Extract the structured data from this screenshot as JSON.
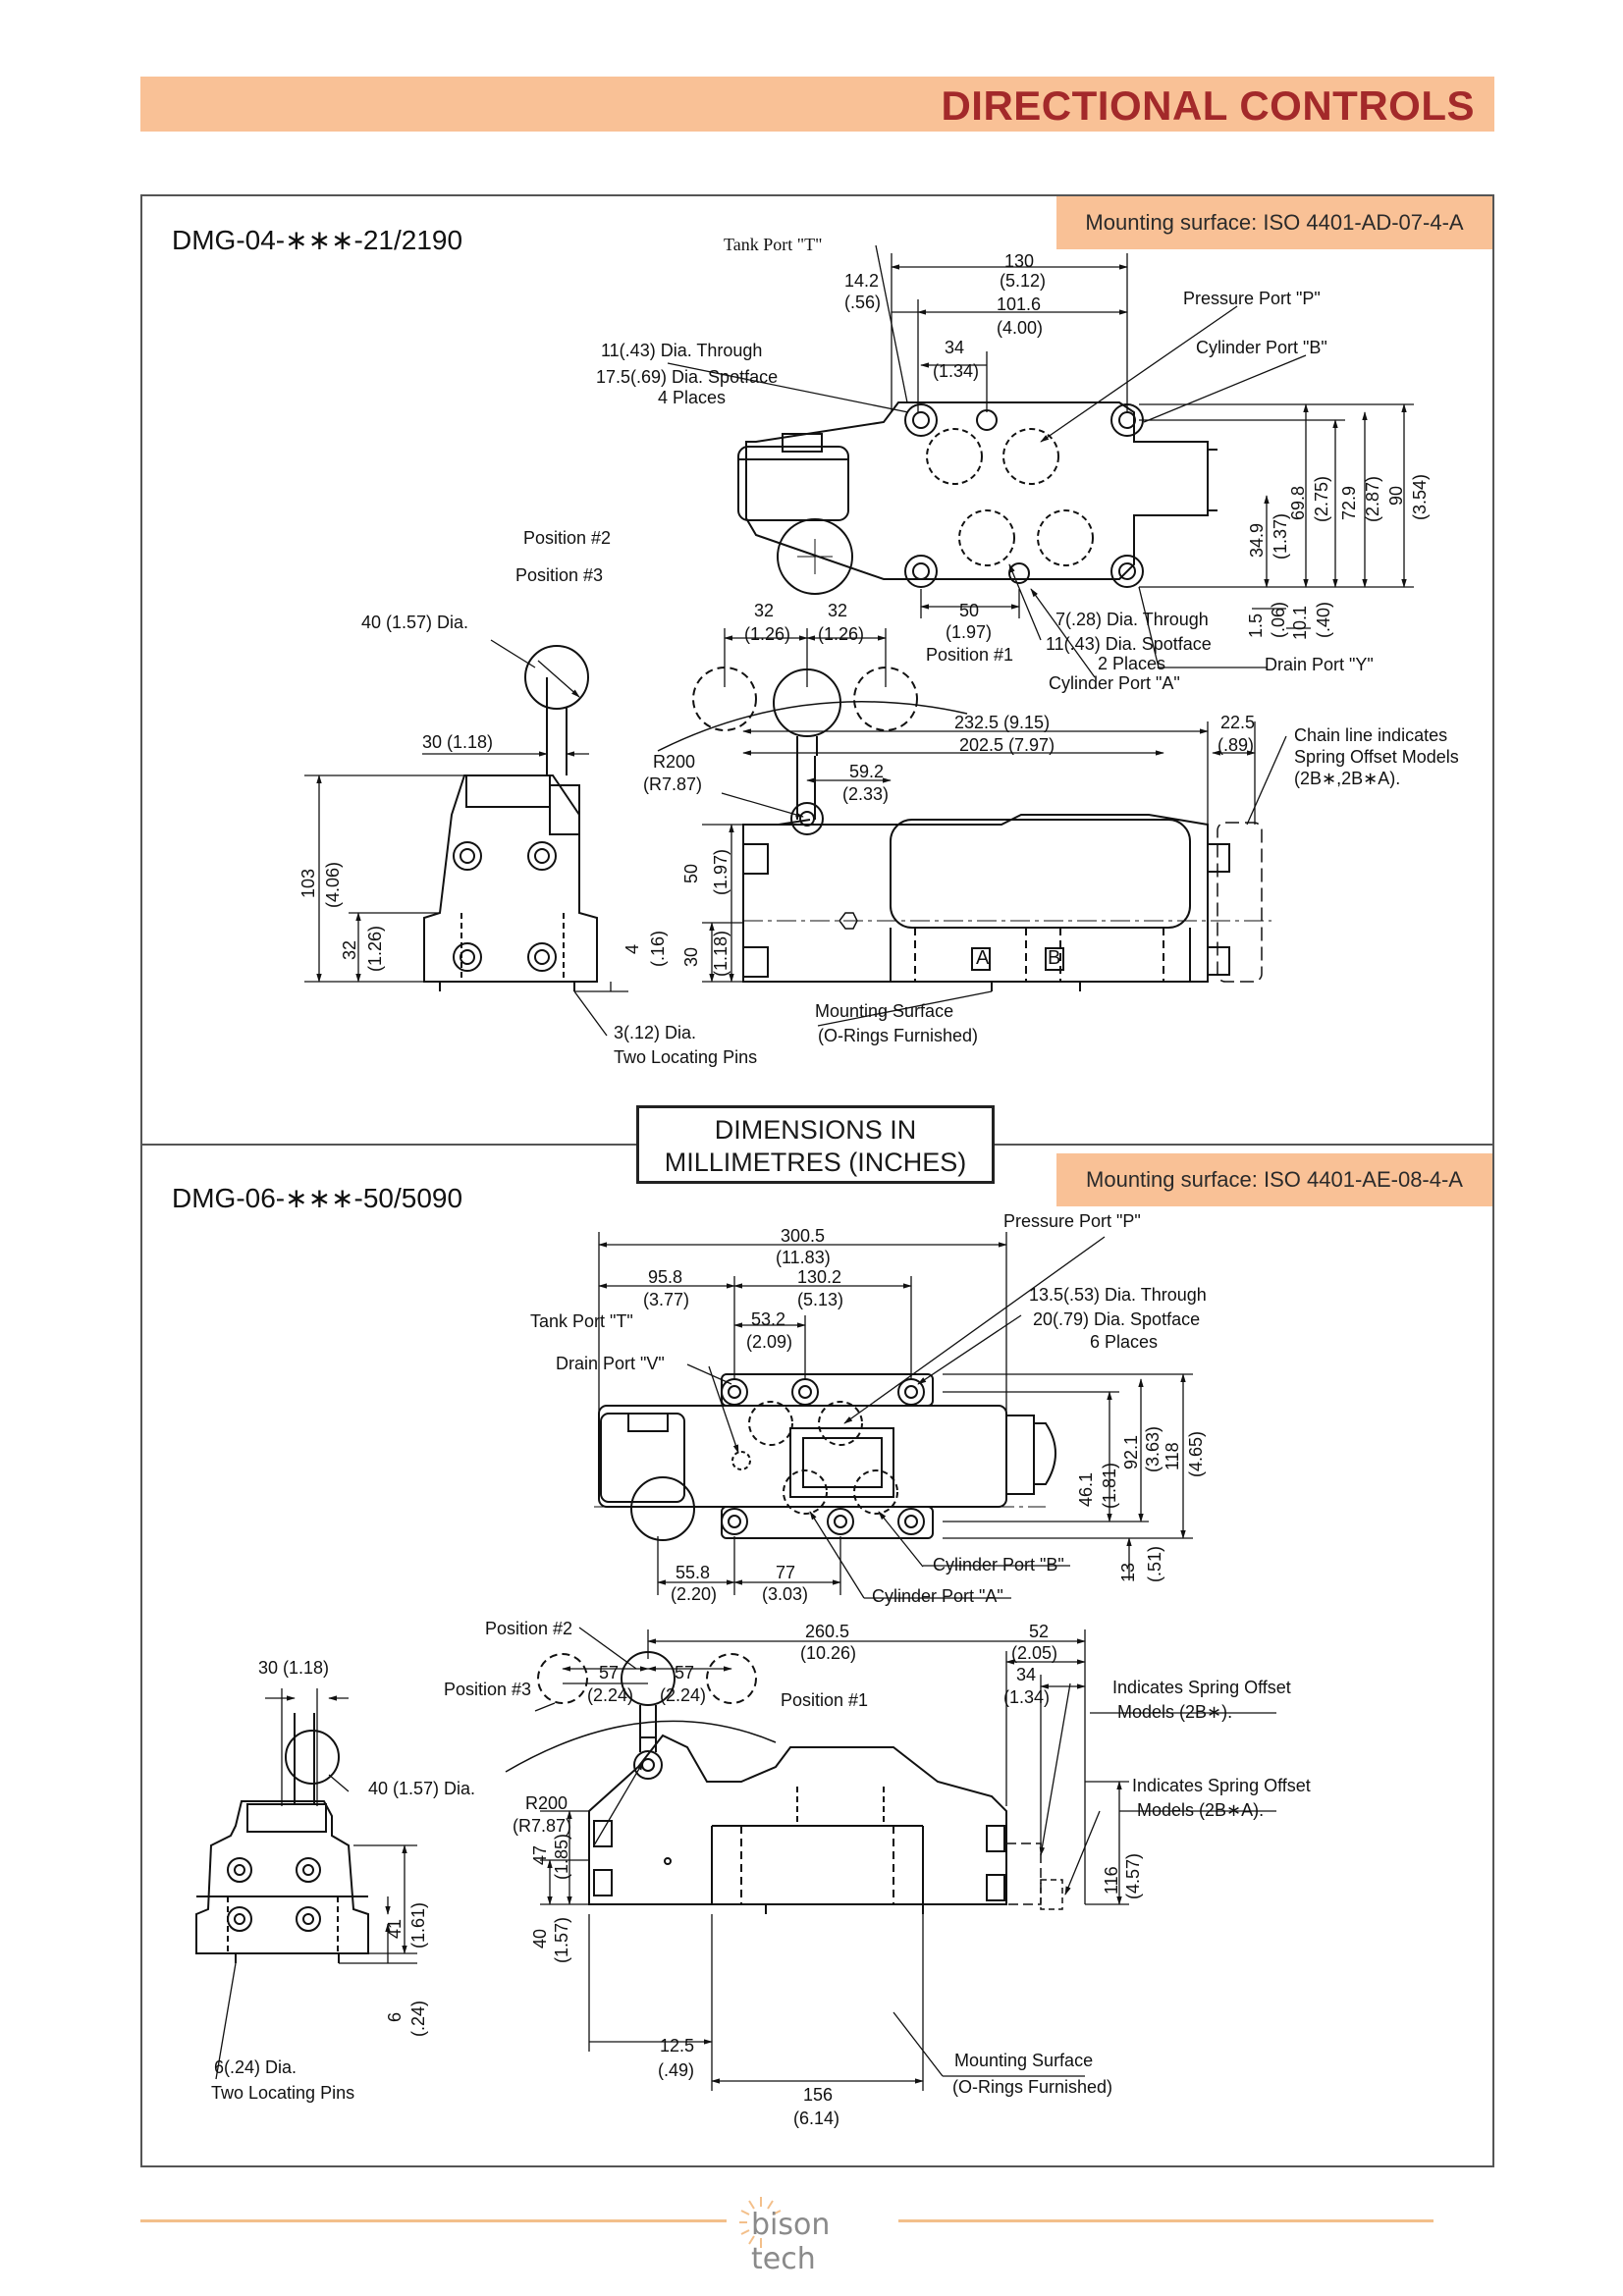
{
  "header": {
    "title": "DIRECTIONAL CONTROLS"
  },
  "section1": {
    "model": "DMG-04-∗∗∗-21/2190",
    "mounting": "Mounting surface: ISO 4401-AD-07-4-A",
    "labels": {
      "tank_port": "Tank Port \"T\"",
      "pressure_port": "Pressure Port \"P\"",
      "cylinder_port_b": "Cylinder Port \"B\"",
      "cylinder_port_a": "Cylinder Port \"A\"",
      "drain_port": "Drain Port \"Y\"",
      "through_hole": "11(.43) Dia. Through",
      "spotface": "17.5(.69) Dia. Spotface",
      "places": "4 Places",
      "pin_hole": "7(.28) Dia. Through",
      "pin_spotface": "11(.43) Dia. Spotface",
      "pin_places": "2 Places",
      "position2": "Position #2",
      "position3": "Position #3",
      "position1": "Position #1",
      "knob_dia": "40 (1.57) Dia.",
      "chain_line_1": "Chain line indicates",
      "chain_line_2": "Spring Offset Models",
      "chain_line_3": "(2B∗,2B∗A).",
      "locating_pin_1": "3(.12) Dia.",
      "locating_pin_2": "Two Locating Pins",
      "mounting_surface_1": "Mounting Surface",
      "mounting_surface_2": "(O-Rings Furnished)"
    },
    "dims": {
      "d130": "130",
      "d130i": "(5.12)",
      "d101": "101.6",
      "d101i": "(4.00)",
      "d14": "14.2",
      "d14i": "(.56)",
      "d34": "34",
      "d34i": "(1.34)",
      "d50": "50",
      "d50i": "(1.97)",
      "d32a": "32",
      "d32ai": "(1.26)",
      "d32b": "32",
      "d32bi": "(1.26)",
      "d232": "232.5 (9.15)",
      "d202": "202.5 (7.97)",
      "d22": "22.5",
      "d22i": "(.89)",
      "d59": "59.2",
      "d59i": "(2.33)",
      "r200": "R200",
      "r200i": "(R7.87)",
      "d30": "30 (1.18)",
      "v103": "103",
      "v103i": "(4.06)",
      "v32": "32",
      "v32i": "(1.26)",
      "v4": "4",
      "v4i": "(.16)",
      "v50": "50",
      "v50i": "(1.97)",
      "v30": "30",
      "v30i": "(1.18)",
      "v34": "34.9",
      "v34i": "(1.37)",
      "v69": "69.8",
      "v69i": "(2.75)",
      "v72": "72.9",
      "v72i": "(2.87)",
      "v90": "90",
      "v90i": "(3.54)",
      "v15": "1.5",
      "v15i": "(.06)",
      "v10": "10.1",
      "v10i": "(.40)",
      "port_a": "A",
      "port_b": "B"
    }
  },
  "section2": {
    "model": "DMG-06-∗∗∗-50/5090",
    "mounting": "Mounting surface: ISO 4401-AE-08-4-A",
    "labels": {
      "pressure_port": "Pressure Port \"P\"",
      "tank_port": "Tank Port \"T\"",
      "drain_port": "Drain Port \"V\"",
      "through_hole": "13.5(.53) Dia. Through",
      "spotface": "20(.79) Dia. Spotface",
      "places": "6 Places",
      "cylinder_port_b": "Cylinder Port \"B\"",
      "cylinder_port_a": "Cylinder Port \"A\"",
      "position2": "Position #2",
      "position3": "Position #3",
      "position1": "Position #1",
      "knob_dia": "40 (1.57) Dia.",
      "spring_offset_1a": "Indicates Spring Offset",
      "spring_offset_1b": "Models (2B∗).",
      "spring_offset_2a": "Indicates Spring Offset",
      "spring_offset_2b": "Models (2B∗A).",
      "locating_pin_1": "6(.24) Dia.",
      "locating_pin_2": "Two Locating Pins",
      "mounting_surface_1": "Mounting Surface",
      "mounting_surface_2": "(O-Rings Furnished)"
    },
    "dims": {
      "d300": "300.5",
      "d300i": "(11.83)",
      "d95": "95.8",
      "d95i": "(3.77)",
      "d130": "130.2",
      "d130i": "(5.13)",
      "d53": "53.2",
      "d53i": "(2.09)",
      "d55": "55.8",
      "d55i": "(2.20)",
      "d77": "77",
      "d77i": "(3.03)",
      "d260": "260.5",
      "d260i": "(10.26)",
      "d52": "52",
      "d52i": "(2.05)",
      "d34": "34",
      "d34i": "(1.34)",
      "d57a": "57",
      "d57ai": "(2.24)",
      "d57b": "57",
      "d57bi": "(2.24)",
      "r200": "R200",
      "r200i": "(R7.87)",
      "d30": "30 (1.18)",
      "d12": "12.5",
      "d12i": "(.49)",
      "d156": "156",
      "d156i": "(6.14)",
      "v46": "46.1",
      "v46i": "(1.81)",
      "v92": "92.1",
      "v92i": "(3.63)",
      "v118": "118",
      "v118i": "(4.65)",
      "v13": "13",
      "v13i": "(.51)",
      "v47": "47",
      "v47i": "(1.85)",
      "v40": "40",
      "v40i": "(1.57)",
      "v116": "116",
      "v116i": "(4.57)",
      "v41": "41",
      "v41i": "(1.61)",
      "v6": "6",
      "v6i": "(.24)"
    }
  },
  "units_box": {
    "line1": "DIMENSIONS IN",
    "line2": "MILLIMETRES (INCHES)"
  },
  "footer": {
    "logo_text": "bison tech"
  },
  "colors": {
    "accent": "#f9c196",
    "title": "#a3292a",
    "footer_line": "#f3bf8a"
  }
}
